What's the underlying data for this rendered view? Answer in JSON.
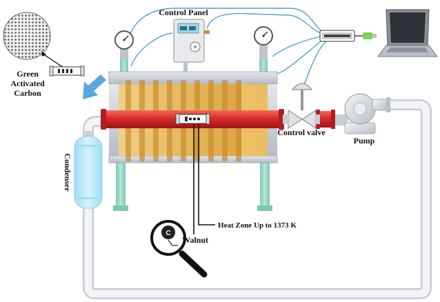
{
  "labels": {
    "control_panel": "Control Panel",
    "green": "Green",
    "activated": "Activated",
    "carbon": "Carbon",
    "control_valve": "Control valve",
    "pump": "Pump",
    "condenser": "Condenser",
    "heat_zone": "Heat Zone Up to 1373 K",
    "walnut": "Walnut",
    "carbon_symbol": "C"
  },
  "colors": {
    "furnace_rod": "#d92b2b",
    "furnace_panel": "#e7b85d",
    "frame_grey": "#c9ccd3",
    "teal_legs": "#9fd8c8",
    "condenser": "#bfe9f6",
    "arrow_blue": "#5aa7de",
    "pipe": "#eef0f3",
    "wire": "#4aa3c8"
  },
  "icons": [
    "carbon-sphere-icon",
    "laptop-icon",
    "usb-data-logger-icon",
    "pressure-gauge-icon",
    "magnifier-icon",
    "pump-icon",
    "control-valve-icon"
  ]
}
